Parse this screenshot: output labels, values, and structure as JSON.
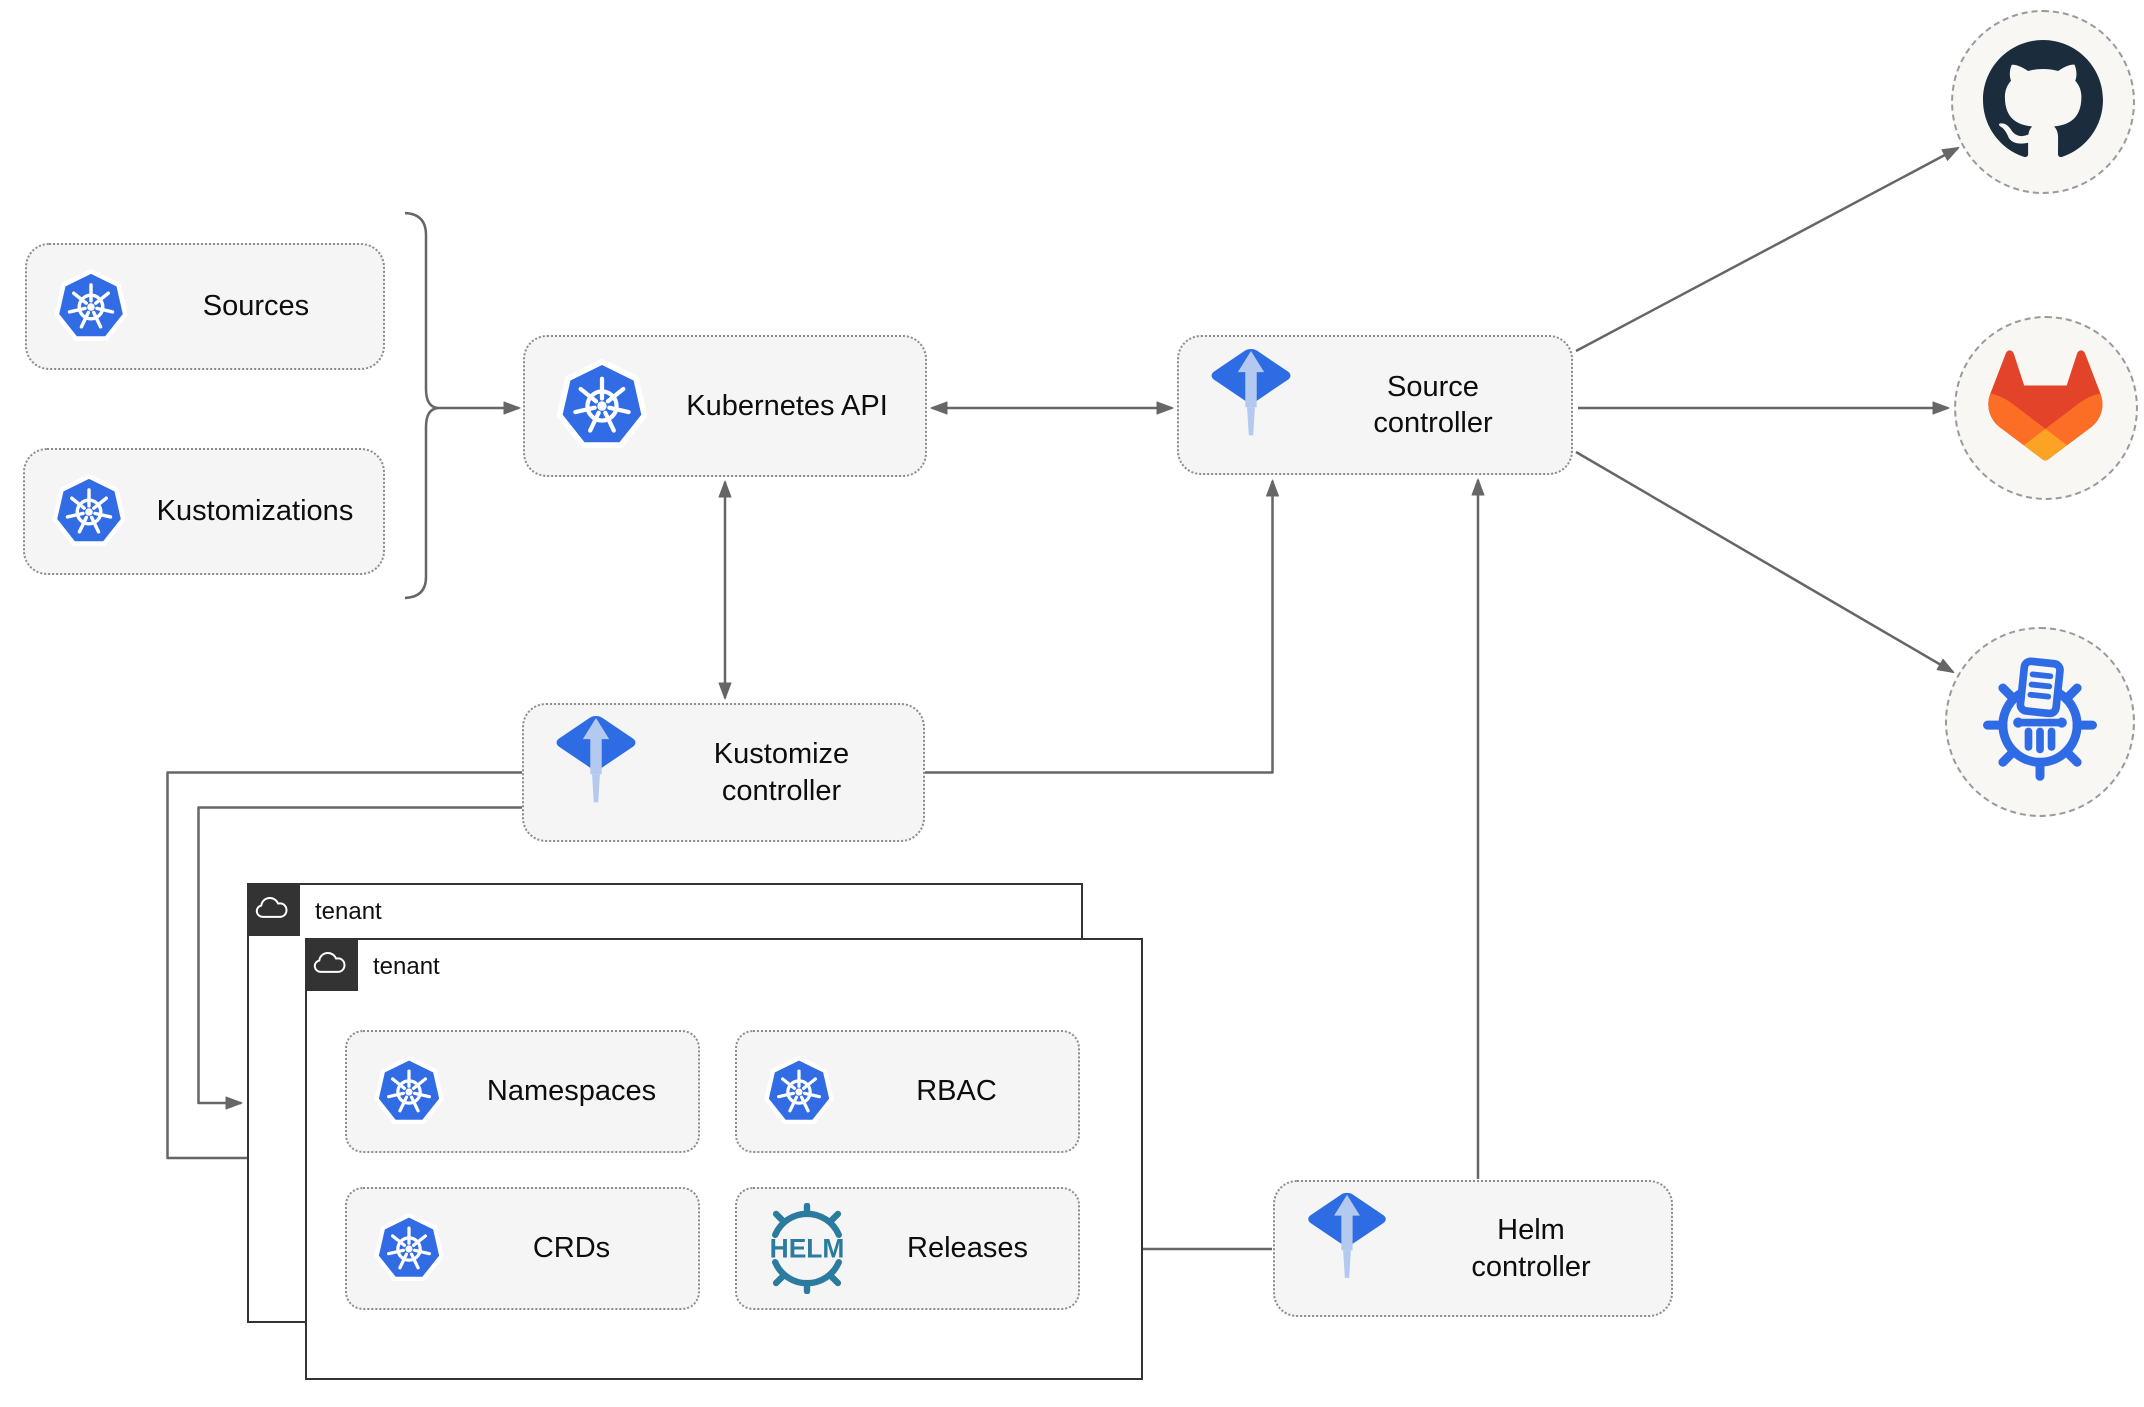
{
  "nodes": {
    "sources": {
      "label": "Sources",
      "icon": "kubernetes"
    },
    "kustomizations": {
      "label": "Kustomizations",
      "icon": "kubernetes"
    },
    "kubernetes_api": {
      "label": "Kubernetes API",
      "icon": "kubernetes"
    },
    "source_controller": {
      "label": "Source\ncontroller",
      "icon": "flux"
    },
    "kustomize_controller": {
      "label": "Kustomize\ncontroller",
      "icon": "flux"
    },
    "helm_controller": {
      "label": "Helm\ncontroller",
      "icon": "flux"
    },
    "namespaces": {
      "label": "Namespaces",
      "icon": "kubernetes"
    },
    "rbac": {
      "label": "RBAC",
      "icon": "kubernetes"
    },
    "crds": {
      "label": "CRDs",
      "icon": "kubernetes"
    },
    "releases": {
      "label": "Releases",
      "icon": "helm"
    }
  },
  "tenants": {
    "outer": {
      "label": "tenant",
      "icon": "cloud"
    },
    "inner": {
      "label": "tenant",
      "icon": "cloud"
    }
  },
  "endpoints": {
    "github": {
      "icon": "github"
    },
    "gitlab": {
      "icon": "gitlab"
    },
    "chartmuseum": {
      "icon": "chartmuseum"
    }
  },
  "icons": {
    "helm_text": "HELM"
  },
  "colors": {
    "k8s_blue": "#326ce5",
    "flux_blue": "#2e6ce4",
    "flux_light": "#b4c9f0",
    "helm_teal": "#2b7b9e",
    "github_dark": "#1b2c3c",
    "gitlab_red": "#e24329",
    "gitlab_orange": "#fc6d26",
    "gitlab_yellow": "#fca326",
    "cm_blue": "#2f6be4",
    "line_gray": "#666666",
    "node_fill": "#f5f5f5",
    "node_border": "#8c8c8c",
    "tenant_dark": "#333333",
    "circle_fill": "#f8f7f4",
    "circle_border": "#9a9a9a",
    "text_color": "#0d0d0d"
  }
}
